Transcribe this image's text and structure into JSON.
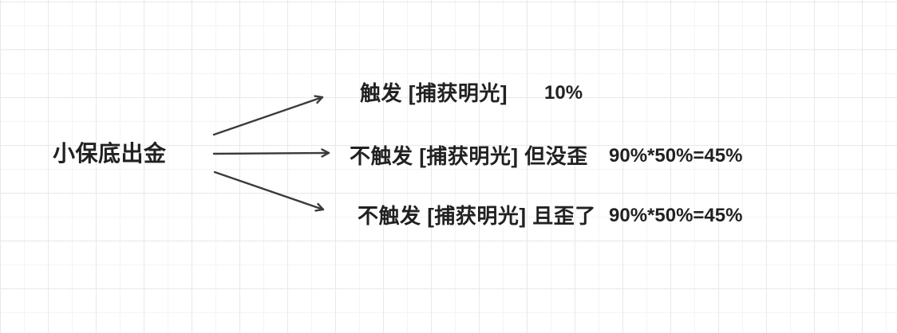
{
  "canvas": {
    "background_color": "#ffffff",
    "grid_minor_color": "#f4f4f4",
    "grid_major_color": "#e8e8e8"
  },
  "diagram": {
    "text_color": "#212121",
    "arrow_color": "#3b3b3b",
    "root": {
      "label": "小保底出金"
    },
    "branches": [
      {
        "label": "触发 [捕获明光]",
        "value": "10%"
      },
      {
        "label": "不触发 [捕获明光] 但没歪",
        "value": "90%*50%=45%"
      },
      {
        "label": "不触发 [捕获明光] 且歪了",
        "value": "90%*50%=45%"
      }
    ]
  }
}
